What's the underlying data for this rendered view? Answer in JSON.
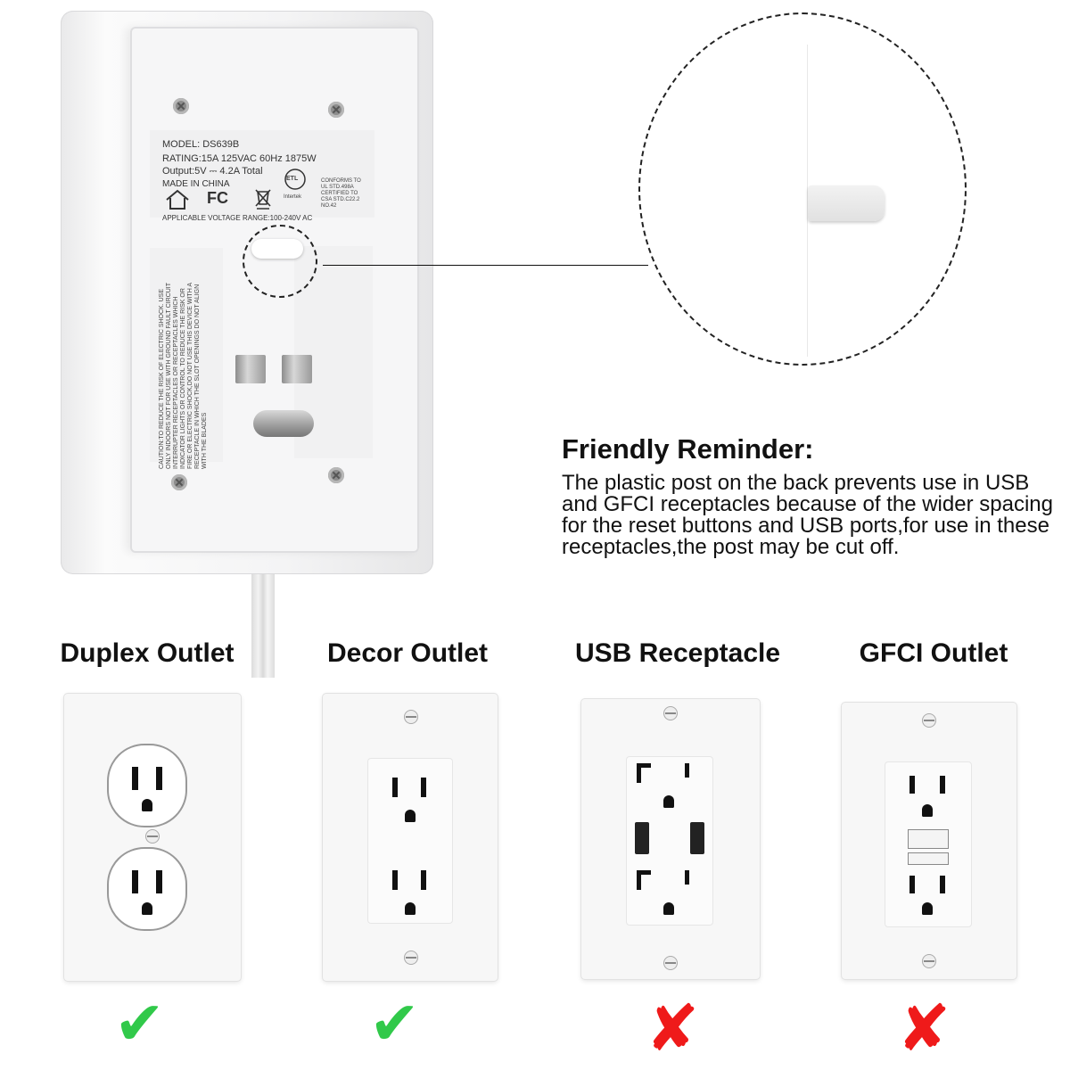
{
  "device": {
    "model": "MODEL: DS639B",
    "rating": "RATING:15A 125VAC 60Hz 1875W",
    "output": "Output:5V ⎓ 4.2A Total",
    "made_in": "MADE IN CHINA",
    "fc_mark": "FC",
    "etl_mark": "ETL",
    "intertek": "Intertek",
    "conformity": "CONFORMS TO UL STD.498A CERTIFIED TO CSA STD.C22.2 NO.42",
    "voltage_range": "APPLICABLE VOLTAGE RANGE:100-240V AC",
    "caution": "CAUTION:TO REDUCE THE RISK OF ELECTRIC SHOCK. USE ONLY INDOORS NOT FOR USE WITH GROUND FAULT CIRCUIT INTERRUPTER RECEPTACLES OR RECEPTACLES WHICH INDICATOR LIGHTS OR CONTROL TO REDUCE THE RISK OR FIRE OR ELECTRIC SHOCK,DO NOT USE THIS DEVICE WITH A RECEPTACLE IN WHICH THE SLOT OPENINGS DO NOT ALIGN WITH THE BLADES"
  },
  "reminder": {
    "title": "Friendly Reminder:",
    "body": "The plastic post on the back prevents use in USB and GFCI receptacles because of the wider spacing for the reset buttons and USB ports,for use in these receptacles,the post may be cut off."
  },
  "outlets": [
    {
      "label": "Duplex Outlet",
      "compatible": true,
      "mark": "✔"
    },
    {
      "label": "Decor Outlet",
      "compatible": true,
      "mark": "✔"
    },
    {
      "label": "USB Receptacle",
      "compatible": false,
      "mark": "✘"
    },
    {
      "label": "GFCI Outlet",
      "compatible": false,
      "mark": "✘"
    }
  ],
  "colors": {
    "check": "#31c94a",
    "cross": "#ef1a1a"
  }
}
